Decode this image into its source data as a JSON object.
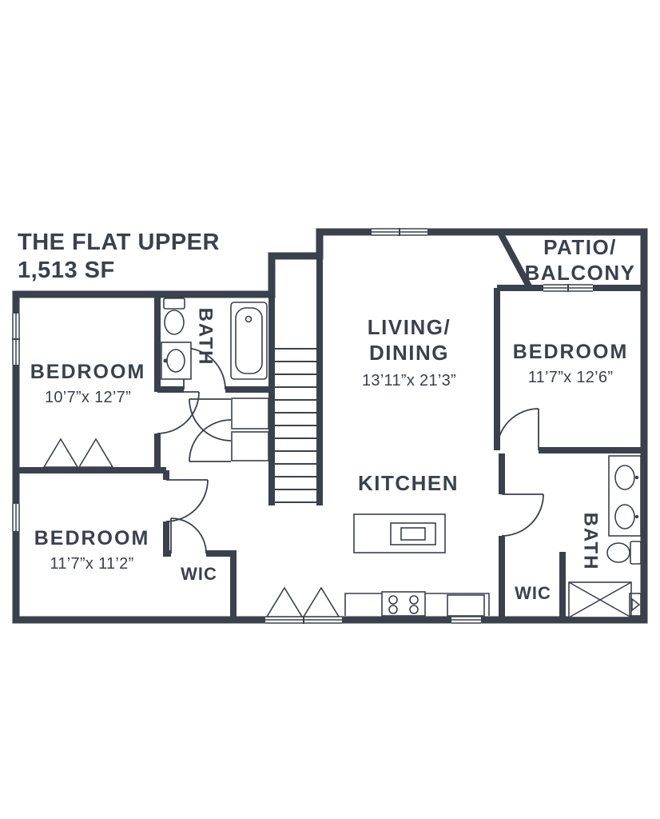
{
  "plan": {
    "title": "THE FLAT UPPER",
    "area": "1,513 SF"
  },
  "rooms": {
    "bedroom_upper_left": {
      "label": "BEDROOM",
      "dims": "10’7”x 12’7”"
    },
    "bath_upper": {
      "label": "BATH"
    },
    "living_dining": {
      "line1": "LIVING/",
      "line2": "DINING",
      "dims": "13’11”x 21’3”"
    },
    "patio_balcony": {
      "line1": "PATIO/",
      "line2": "BALCONY"
    },
    "bedroom_right": {
      "label": "BEDROOM",
      "dims": "11’7”x 12’6”"
    },
    "kitchen": {
      "label": "KITCHEN"
    },
    "bedroom_lower_left": {
      "label": "BEDROOM",
      "dims": "11’7”x 11’2”"
    },
    "wic_left": {
      "label": "WIC"
    },
    "wic_right": {
      "label": "WIC"
    },
    "bath_right": {
      "label": "BATH"
    }
  },
  "colors": {
    "ink": "#3a414d",
    "background": "#ffffff"
  }
}
